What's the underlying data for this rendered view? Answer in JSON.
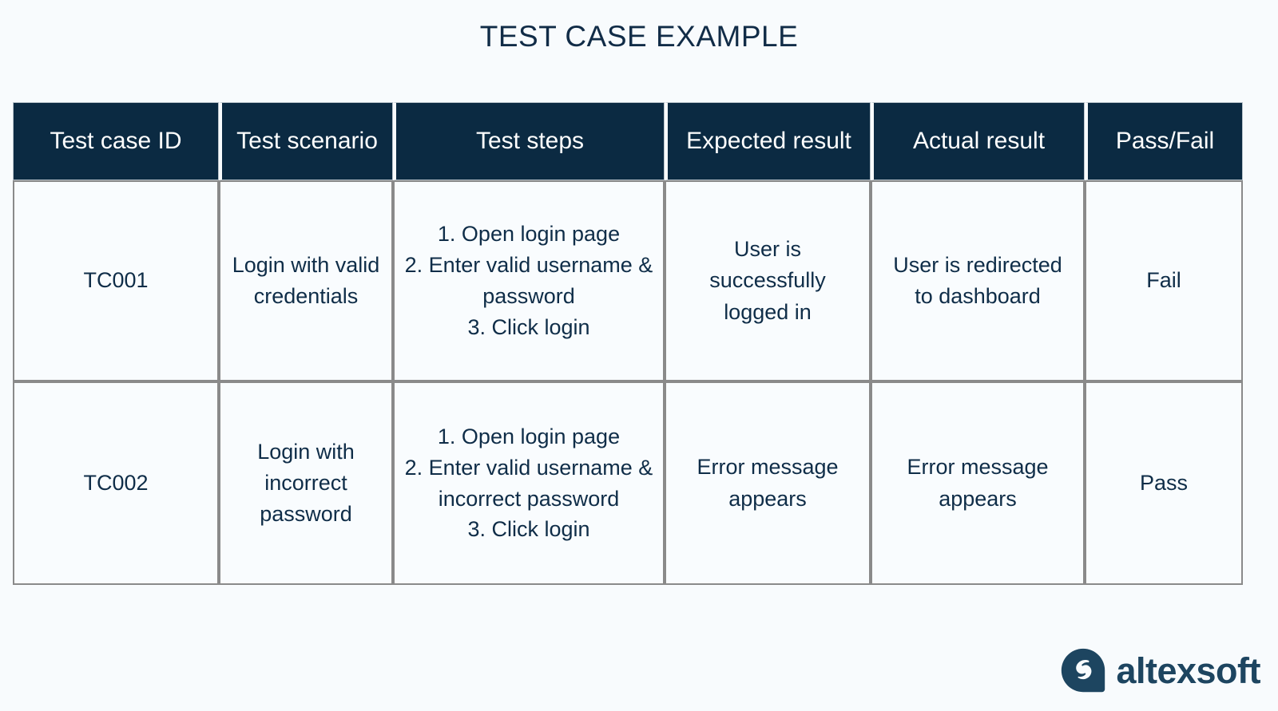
{
  "title": "TEST CASE EXAMPLE",
  "colors": {
    "background": "#f8fbfd",
    "header_fill": "#0b2a42",
    "header_text": "#ffffff",
    "body_text": "#0f2d48",
    "cell_border": "#8a8a8a",
    "brand": "#1d4560"
  },
  "table": {
    "headers": [
      "Test case ID",
      "Test scenario",
      "Test steps",
      "Expected result",
      "Actual result",
      "Pass/Fail"
    ],
    "rows": [
      {
        "id": "TC001",
        "scenario": "Login with valid credentials",
        "steps": [
          "1. Open login page",
          "2. Enter valid username & password",
          "3. Click login"
        ],
        "expected": "User is successfully logged in",
        "actual": "User is redirected to dashboard",
        "passfail": "Fail"
      },
      {
        "id": "TC002",
        "scenario": "Login with incorrect password",
        "steps": [
          "1. Open login page",
          "2. Enter valid username & incorrect password",
          "3. Click login"
        ],
        "expected": "Error message appears",
        "actual": "Error message appears",
        "passfail": "Pass"
      }
    ]
  },
  "brand": {
    "name": "altexsoft",
    "mark": "speech-bubble-s-logo"
  }
}
